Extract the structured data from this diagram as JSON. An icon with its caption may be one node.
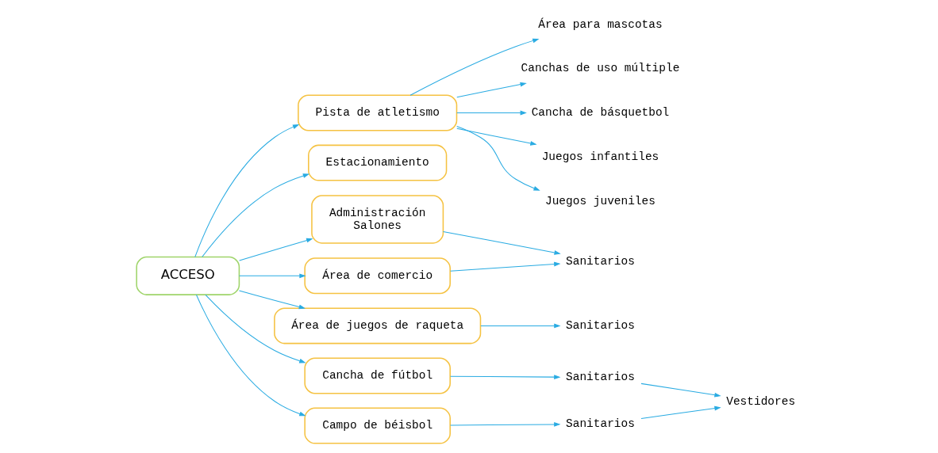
{
  "diagram": {
    "nodes": [
      {
        "text": [
          "ACCESO"
        ]
      },
      {
        "text": [
          "Pista de atletismo"
        ]
      },
      {
        "text": [
          "Estacionamiento"
        ]
      },
      {
        "text": [
          "Administración",
          "Salones"
        ]
      },
      {
        "text": [
          "Área de comercio"
        ]
      },
      {
        "text": [
          "Área de juegos de raqueta"
        ]
      },
      {
        "text": [
          "Cancha de fútbol"
        ]
      },
      {
        "text": [
          "Campo de béisbol"
        ]
      },
      {
        "text": [
          "Área para mascotas"
        ]
      },
      {
        "text": [
          "Canchas de uso múltiple"
        ]
      },
      {
        "text": [
          "Cancha de básquetbol"
        ]
      },
      {
        "text": [
          "Juegos infantiles"
        ]
      },
      {
        "text": [
          "Juegos juveniles"
        ]
      },
      {
        "text": [
          "Sanitarios"
        ]
      },
      {
        "text": [
          "Sanitarios"
        ]
      },
      {
        "text": [
          "Sanitarios"
        ]
      },
      {
        "text": [
          "Vestidores"
        ]
      },
      {
        "text": [
          "Sanitarios"
        ]
      }
    ],
    "edges": [
      {
        "from": 0,
        "to": 1,
        "arrow": "to"
      },
      {
        "from": 0,
        "to": 2,
        "arrow": "to"
      },
      {
        "from": 0,
        "to": 3,
        "arrow": "to"
      },
      {
        "from": 0,
        "to": 4,
        "arrow": "to"
      },
      {
        "from": 0,
        "to": 5,
        "arrow": "to"
      },
      {
        "from": 0,
        "to": 6,
        "arrow": "to"
      },
      {
        "from": 0,
        "to": 7,
        "arrow": "to"
      },
      {
        "from": 1,
        "to": 8,
        "arrow": "to"
      },
      {
        "from": 1,
        "to": 9,
        "arrow": "to"
      },
      {
        "from": 1,
        "to": 10,
        "arrow": "to"
      },
      {
        "from": 1,
        "to": 11,
        "arrow": "to"
      },
      {
        "from": 1,
        "to": 12,
        "arrow": "to"
      },
      {
        "from": 3,
        "to": 13,
        "arrow": "to"
      },
      {
        "from": 4,
        "to": 13,
        "arrow": "to"
      },
      {
        "from": 5,
        "to": 14,
        "arrow": "to"
      },
      {
        "from": 6,
        "to": 15,
        "arrow": "to"
      },
      {
        "from": 15,
        "to": 16,
        "arrow": "to"
      },
      {
        "from": 7,
        "to": 17,
        "arrow": "to"
      },
      {
        "from": 17,
        "to": 16,
        "arrow": "to"
      }
    ]
  }
}
